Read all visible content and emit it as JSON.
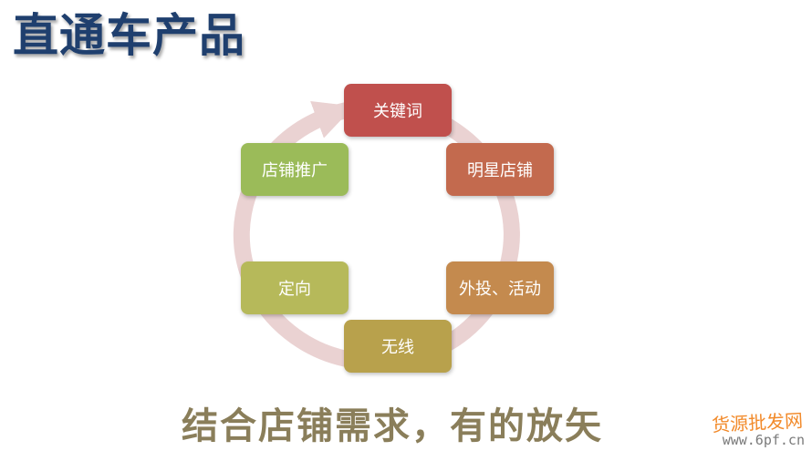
{
  "title": "直通车产品",
  "cycle": {
    "nodes": [
      {
        "label": "关键词",
        "color": "#c0504d"
      },
      {
        "label": "明星店铺",
        "color": "#c36a4e"
      },
      {
        "label": "外投、活动",
        "color": "#c48a4e"
      },
      {
        "label": "无线",
        "color": "#b8a14c"
      },
      {
        "label": "定向",
        "color": "#b6b95a"
      },
      {
        "label": "店铺推广",
        "color": "#9bbb59"
      }
    ],
    "ring_color": "#ead2d2"
  },
  "caption": "结合店铺需求，有的放矢",
  "watermark": {
    "name": "货源批发网",
    "url": "www.6pf.cn"
  }
}
